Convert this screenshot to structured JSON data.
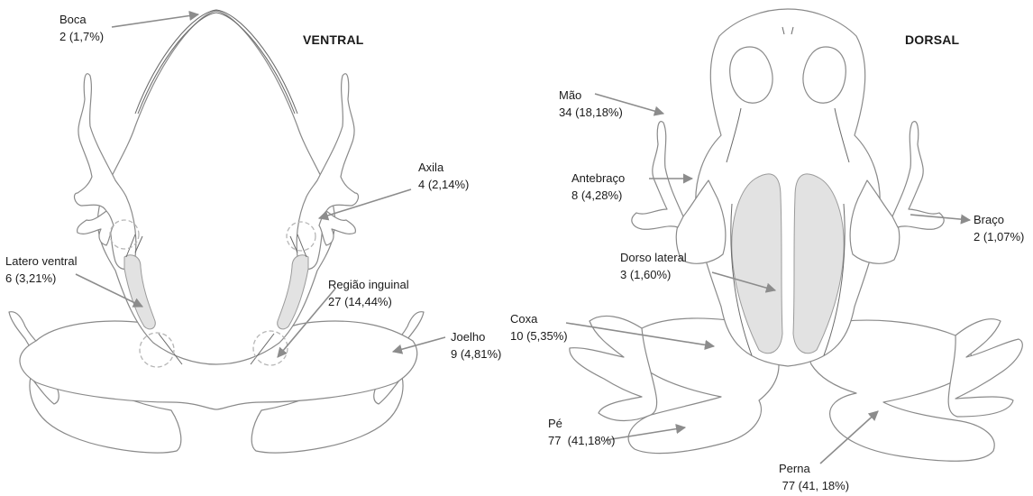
{
  "titles": {
    "ventral": "VENTRAL",
    "dorsal": "DORSAL"
  },
  "labels": {
    "boca": {
      "name": "Boca",
      "value": "2 (1,7%)"
    },
    "axila": {
      "name": "Axila",
      "value": "4 (2,14%)"
    },
    "latero_ventral": {
      "name": "Latero ventral",
      "value": "6 (3,21%)"
    },
    "regiao_inguinal": {
      "name": "Região inguinal",
      "value": "27 (14,44%)"
    },
    "joelho": {
      "name": "Joelho",
      "value": "9 (4,81%)"
    },
    "mao": {
      "name": "Mão",
      "value": "34 (18,18%)"
    },
    "antebraco": {
      "name": "Antebraço",
      "value": "8 (4,28%)"
    },
    "braco": {
      "name": "Braço",
      "value": "2 (1,07%)"
    },
    "dorso_lateral": {
      "name": "Dorso lateral",
      "value": "3 (1,60%)"
    },
    "coxa": {
      "name": "Coxa",
      "value": "10 (5,35%)"
    },
    "pe": {
      "name": "Pé",
      "value": "77  (41,18%)"
    },
    "perna": {
      "name": "Perna",
      "value": " 77 (41, 18%)"
    }
  }
}
